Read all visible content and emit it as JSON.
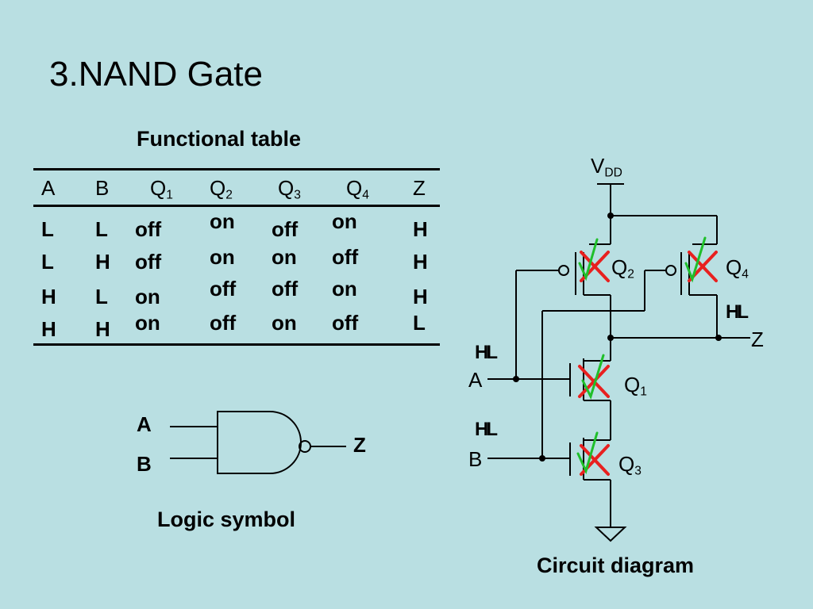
{
  "title": "3.NAND Gate",
  "table": {
    "caption": "Functional table",
    "headers": [
      {
        "main": "A",
        "sub": ""
      },
      {
        "main": "B",
        "sub": ""
      },
      {
        "main": "Q",
        "sub": "1"
      },
      {
        "main": "Q",
        "sub": "2"
      },
      {
        "main": "Q",
        "sub": "3"
      },
      {
        "main": "Q",
        "sub": "4"
      },
      {
        "main": "Z",
        "sub": ""
      }
    ],
    "rows": [
      [
        "L",
        "L",
        "off",
        "on",
        "off",
        "on",
        "H"
      ],
      [
        "L",
        "H",
        "off",
        "on",
        "on",
        "off",
        "H"
      ],
      [
        "H",
        "L",
        "on",
        "off",
        "off",
        "on",
        "H"
      ],
      [
        "H",
        "H",
        "on",
        "off",
        "on",
        "off",
        "L"
      ]
    ]
  },
  "logic_symbol": {
    "caption": "Logic symbol",
    "input_a": "A",
    "input_b": "B",
    "output": "Z"
  },
  "circuit": {
    "caption": "Circuit diagram",
    "supply": {
      "main": "V",
      "sub": "DD"
    },
    "transistors": [
      {
        "main": "Q",
        "sub": "1"
      },
      {
        "main": "Q",
        "sub": "2"
      },
      {
        "main": "Q",
        "sub": "3"
      },
      {
        "main": "Q",
        "sub": "4"
      }
    ],
    "input_a": "A",
    "input_b": "B",
    "output": "Z",
    "level_marks": [
      "HL",
      "HL",
      "HL"
    ]
  },
  "colors": {
    "background": "#b9dfe2",
    "cross": "#e8201f",
    "check": "#1fbf2a",
    "ink": "#000000"
  }
}
